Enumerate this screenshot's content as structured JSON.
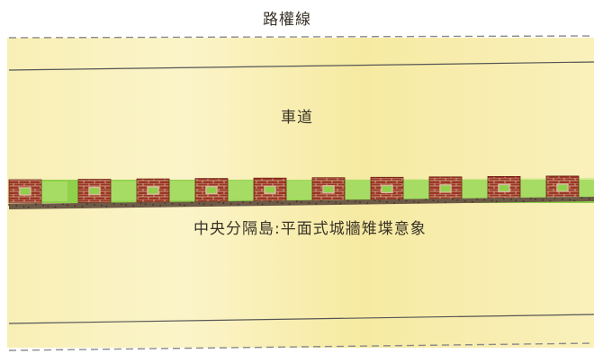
{
  "labels": {
    "right_of_way": "路權線",
    "roadway": "車道",
    "median": "中央分隔島:平面式城牆雉堞意象"
  },
  "colors": {
    "paper_yellow": "#f7eca6",
    "paper_pale": "#fbf5cf",
    "brick_red": "#9b3524",
    "mortar": "#d9b89a",
    "grass_green": "#8fd14a",
    "grass_light": "#b9e67a",
    "curb_brown": "#6d5a46",
    "line_gray": "#8a8a8a"
  },
  "median_blocks": {
    "brick_count": 10,
    "pattern": "alternating brick merlon and green crenel"
  }
}
